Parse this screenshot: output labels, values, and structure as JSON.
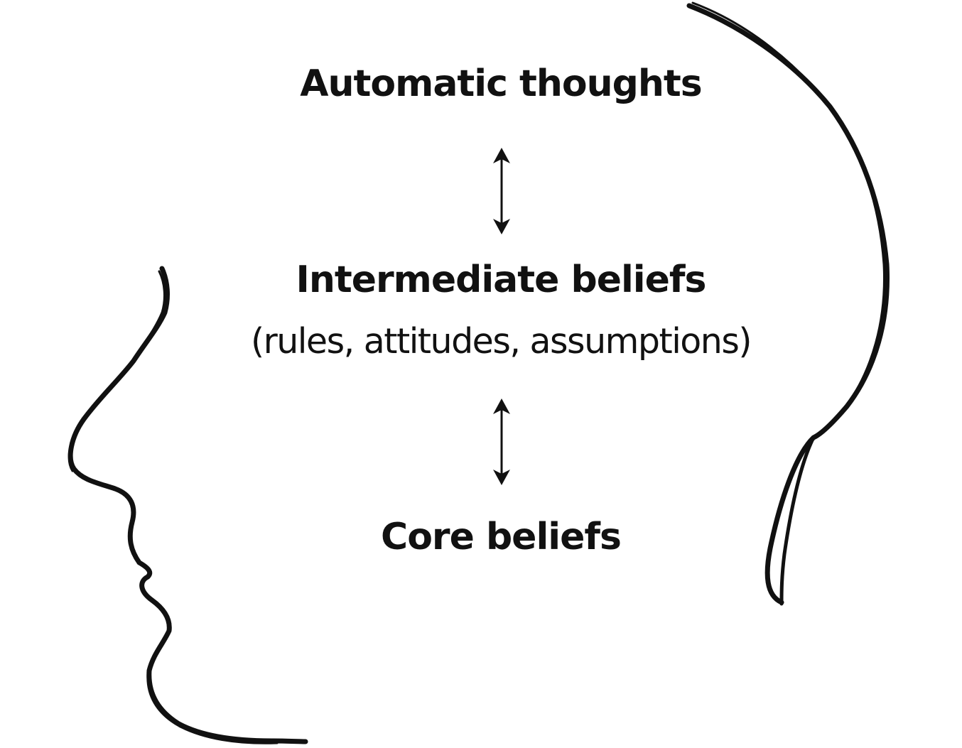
{
  "diagram": {
    "levels": {
      "automatic_thoughts": "Automatic thoughts",
      "intermediate_beliefs": "Intermediate beliefs",
      "intermediate_beliefs_detail": "(rules, attitudes, assumptions)",
      "core_beliefs": "Core beliefs"
    },
    "connectors": [
      {
        "from": "Automatic thoughts",
        "to": "Intermediate beliefs",
        "direction": "bidirectional"
      },
      {
        "from": "Intermediate beliefs",
        "to": "Core beliefs",
        "direction": "bidirectional"
      }
    ],
    "illustration": "head-profile-outline",
    "colors": {
      "ink": "#111111",
      "background": "#ffffff"
    }
  }
}
